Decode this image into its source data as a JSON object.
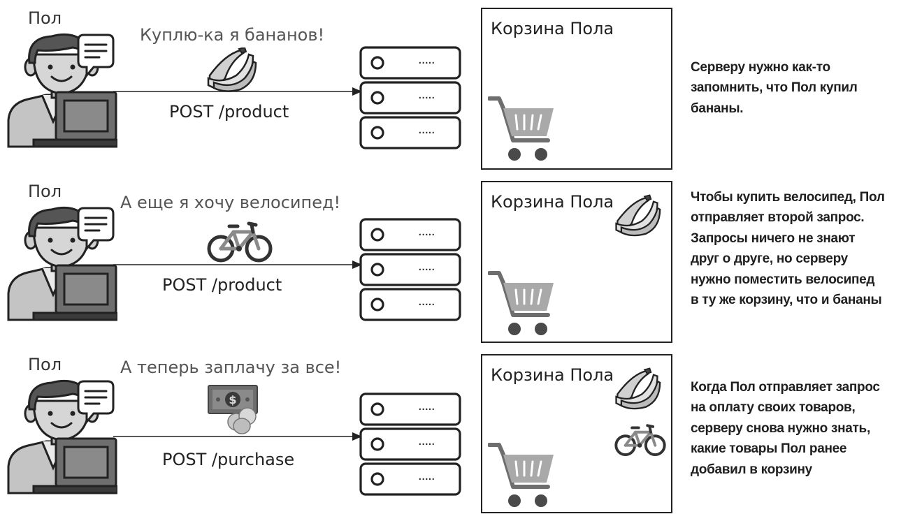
{
  "colors": {
    "line": "#222222",
    "dark": "#3a3a3a",
    "mid": "#6e6e6e",
    "light": "#a9a9a9",
    "pale": "#d4d4d4",
    "skin": "#cfcfcf"
  },
  "rows": [
    {
      "user": "Пол",
      "caption": "Куплю-ка я бананов!",
      "item_icon": "bananas-icon",
      "request": "POST /product",
      "cart_title": "Корзина Пола",
      "cart_items": [],
      "note_lines": [
        "Серверу нужно как-то",
        "запомнить, что Пол купил",
        "бананы."
      ]
    },
    {
      "user": "Пол",
      "caption": "А еще я хочу велосипед!",
      "item_icon": "bicycle-icon",
      "request": "POST /product",
      "cart_title": "Корзина Пола",
      "cart_items": [
        "bananas-icon"
      ],
      "note_lines": [
        "Чтобы купить велосипед, Пол",
        "отправляет второй запрос.",
        "Запросы ничего не знают",
        "друг о друге, но серверу",
        "нужно поместить велосипед",
        "в ту же корзину, что и бананы"
      ]
    },
    {
      "user": "Пол",
      "caption": "А теперь заплачу за все!",
      "item_icon": "money-icon",
      "request": "POST /purchase",
      "cart_title": "Корзина Пола",
      "cart_items": [
        "bananas-icon",
        "bicycle-icon"
      ],
      "note_lines": [
        "Когда Пол отправляет запрос",
        "на оплату своих товаров,",
        "серверу снова нужно знать,",
        "какие товары Пол ранее",
        "добавил в корзину"
      ]
    }
  ]
}
